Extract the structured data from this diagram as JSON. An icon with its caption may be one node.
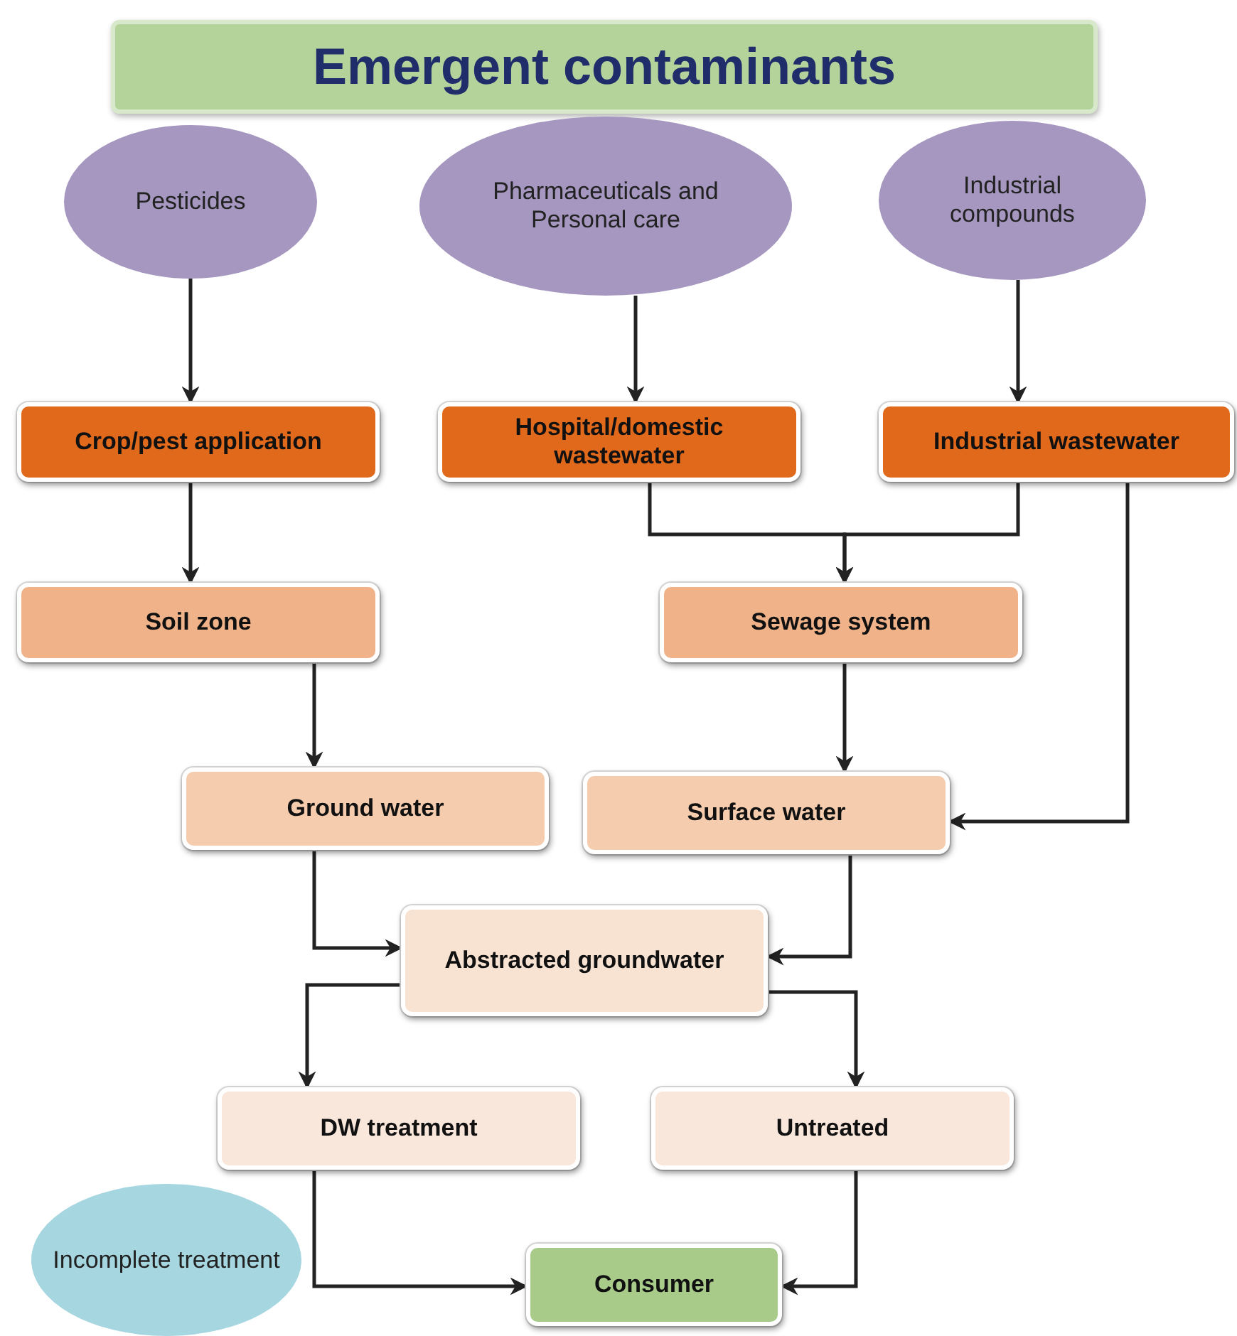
{
  "diagram": {
    "title": "Emergent contaminants",
    "nodes": [
      {
        "text": [
          "Pesticides"
        ]
      },
      {
        "text": [
          "Pharmaceuticals and Personal care"
        ]
      },
      {
        "text": [
          "Industrial compounds"
        ]
      },
      {
        "text": [
          "Crop/pest application"
        ]
      },
      {
        "text": [
          "Hospital/domestic wastewater"
        ]
      },
      {
        "text": [
          "Industrial wastewater"
        ]
      },
      {
        "text": [
          "Soil zone"
        ]
      },
      {
        "text": [
          "Sewage system"
        ]
      },
      {
        "text": [
          "Ground water"
        ]
      },
      {
        "text": [
          "Surface water"
        ]
      },
      {
        "text": [
          "Abstracted groundwater"
        ]
      },
      {
        "text": [
          "DW treatment"
        ]
      },
      {
        "text": [
          "Untreated"
        ]
      },
      {
        "text": [
          "Incomplete treatment"
        ]
      },
      {
        "text": [
          "Consumer"
        ]
      }
    ],
    "edges": [
      {
        "from": 0,
        "to": 3,
        "arrow": "to"
      },
      {
        "from": 1,
        "to": 4,
        "arrow": "to"
      },
      {
        "from": 2,
        "to": 5,
        "arrow": "to"
      },
      {
        "from": 3,
        "to": 6,
        "arrow": "to"
      },
      {
        "from": 4,
        "to": 7,
        "arrow": "to"
      },
      {
        "from": 5,
        "to": 7,
        "arrow": "to"
      },
      {
        "from": 5,
        "to": 9,
        "arrow": "to"
      },
      {
        "from": 6,
        "to": 8,
        "arrow": "to"
      },
      {
        "from": 7,
        "to": 9,
        "arrow": "to"
      },
      {
        "from": 8,
        "to": 10,
        "arrow": "to"
      },
      {
        "from": 9,
        "to": 10,
        "arrow": "to"
      },
      {
        "from": 10,
        "to": 11,
        "arrow": "to"
      },
      {
        "from": 10,
        "to": 12,
        "arrow": "to"
      },
      {
        "from": 11,
        "to": 14,
        "arrow": "to"
      },
      {
        "from": 12,
        "to": 14,
        "arrow": "to"
      }
    ]
  }
}
